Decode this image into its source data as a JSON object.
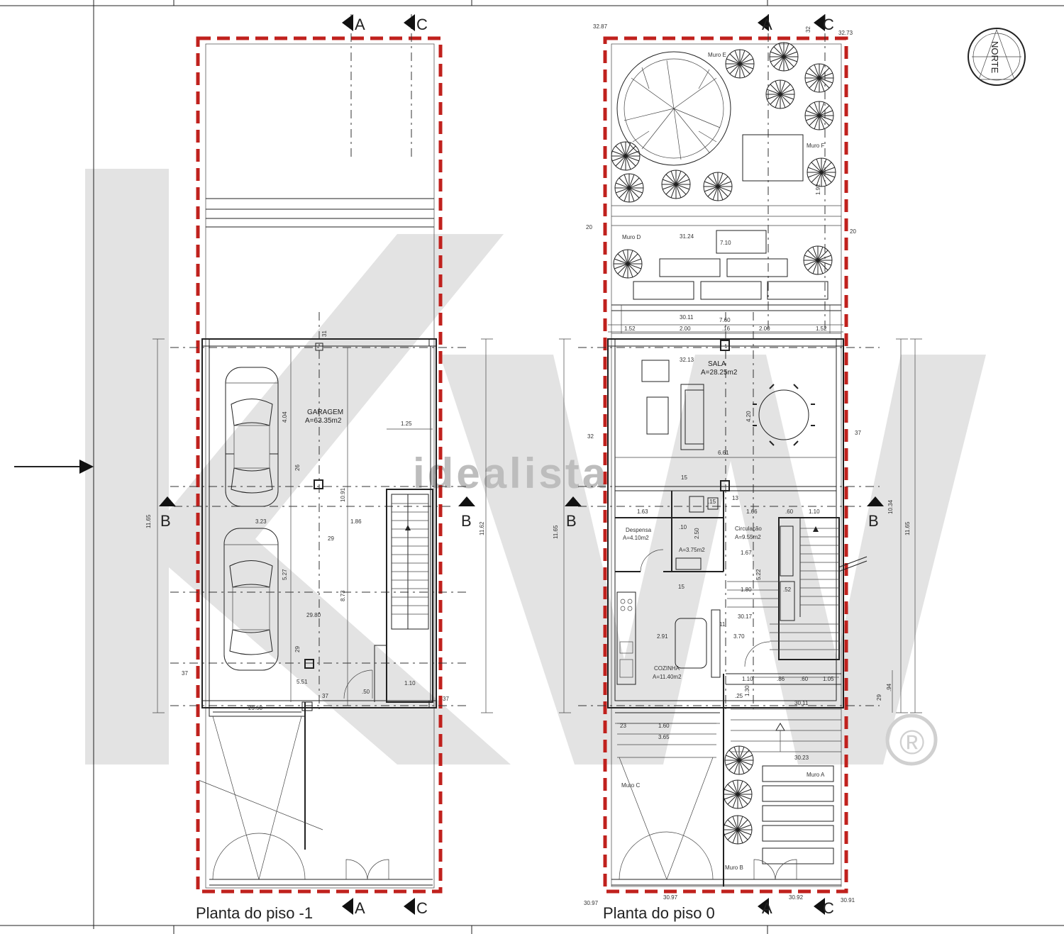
{
  "watermark": {
    "brand": "idealista",
    "big": "KW",
    "reg": "®"
  },
  "colors": {
    "boundary": "#c0211d",
    "watermark": "#d7d7d7"
  },
  "north": {
    "label": "NORTE"
  },
  "section_marks": {
    "a": "A",
    "b": "B",
    "c": "C"
  },
  "plan_minus1": {
    "title": "Planta do piso -1",
    "room_name": "GARAGEM",
    "room_area": "A=63.35m2",
    "dims": {
      "overall_left": "11.65",
      "overall_right": "11.62",
      "d_1_25": "1.25",
      "d_4_04": "4.04",
      "d_3_23": "3.23",
      "d_1_86": "1.86",
      "d_10_91": "10.91",
      "d_8_73": "8.73",
      "d_5_27": "5.27",
      "d_5_51": "5.51",
      "d_1_10": "1.10",
      "d_50": ".50",
      "d_37a": "37",
      "d_37b": "37",
      "d_37c": "37",
      "d_26a": "26",
      "d_29a": "29",
      "d_29b": "29",
      "d_31": "31",
      "lv_29_80": "29.80",
      "lv_29_50": "29.50"
    }
  },
  "plan_0": {
    "title": "Planta do piso 0",
    "rooms": {
      "sala_name": "SALA",
      "sala_area": "A=28.25m2",
      "despensa_name": "Despensa",
      "despensa_area": "A=4.10m2",
      "wc_area": "A=3.75m2",
      "circ_name": "Circulação",
      "circ_area": "A=9.55m2",
      "cozinha_name": "COZINHA",
      "cozinha_area": "A=11.40m2"
    },
    "walls": {
      "muro_d": "Muro D",
      "muro_e": "Muro E",
      "muro_f": "Muro F",
      "muro_c": "Muro C",
      "muro_a": "Muro A",
      "muro_b": "Muro B"
    },
    "corners": {
      "tl": "32.87",
      "tr": "32.73",
      "bl": "30.97",
      "br": "30.91"
    },
    "levels": {
      "l_31_24": "31.24",
      "l_30_11": "30.11",
      "l_32_13": "32.13",
      "l_30_17": "30.17",
      "l_30_23": "30.23",
      "l_30_97": "30.97",
      "l_30_92": "30.92"
    },
    "dims": {
      "overall_left": "11.65",
      "overall_right": "11.65",
      "d_10_34": "10.34",
      "d_7_10": "7.10",
      "d_7_60": "7.60",
      "d_1_52a": "1.52",
      "d_2_00a": "2.00",
      "d_16": ".16",
      "d_2_00b": "2.00",
      "d_1_52b": "1.52",
      "d_20a": "20",
      "d_20b": "20",
      "d_32": "32",
      "d_37": "37",
      "d_4_20": "4.20",
      "d_6_61": "6.61",
      "d_15a": "15",
      "d_15b": ".15",
      "d_13": "13",
      "d_1_63": "1.63",
      "d_10": ".10",
      "d_2_50": "2.50",
      "d_1_66": "1.66",
      "d_60a": ".60",
      "d_1_10a": "1.10",
      "d_1_67": "1.67",
      "d_5_22": "5.22",
      "d_1_80": "1.80",
      "d_52": ".52",
      "d_15c": "15",
      "d_2_91": "2.91",
      "d_3_70": "3.70",
      "d_1_10b": "1.10",
      "d_86": ".86",
      "d_60b": ".60",
      "d_1_05": "1.05",
      "d_25": ".25",
      "d_1_30": "1.30",
      "d_29": "29",
      "d_94": ".94",
      "d_1_60": "1.60",
      "d_3_65": "3.65",
      "d_23": "23",
      "d_1_92": "1.92",
      "d_11": "11",
      "d_32b": "32"
    }
  }
}
